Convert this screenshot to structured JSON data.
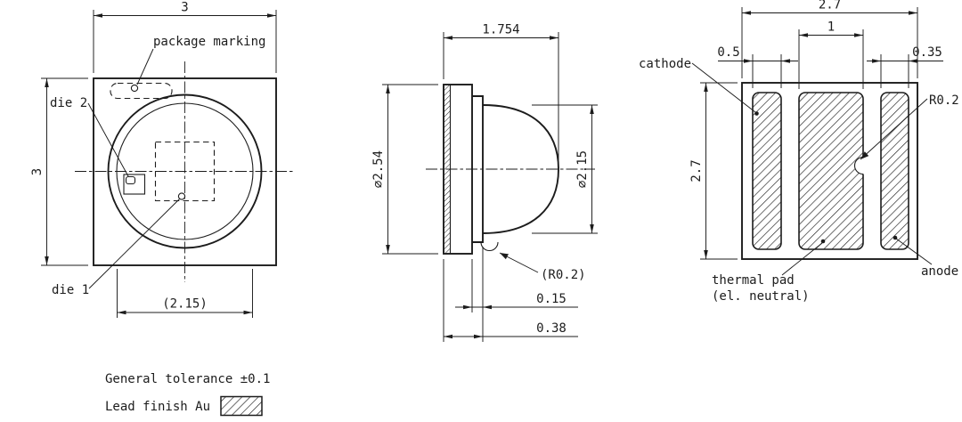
{
  "drawing": {
    "top_view": {
      "dim_width": "3",
      "dim_height": "3",
      "dim_lens": "(2.15)",
      "label_marking": "package marking",
      "label_die1": "die 1",
      "label_die2": "die 2"
    },
    "side_view": {
      "dim_depth": "1.754",
      "dim_body": "⌀2.54",
      "dim_lens": "⌀2.15",
      "label_radius": "(R0.2)",
      "dim_standoff": "0.15",
      "dim_base": "0.38"
    },
    "pad_view": {
      "dim_width": "2.7",
      "dim_height": "2.7",
      "dim_thermal": "1",
      "dim_cathode": "0.5",
      "dim_anode": "0.35",
      "label_cathode": "cathode",
      "label_anode": "anode",
      "label_notch": "R0.2",
      "label_thermal_line1": "thermal pad",
      "label_thermal_line2": "(el. neutral)"
    },
    "notes": {
      "tolerance": "General tolerance ±0.1",
      "finish": "Lead finish Au"
    },
    "colors": {
      "ink": "#1c1c1c",
      "background": "#ffffff"
    }
  }
}
